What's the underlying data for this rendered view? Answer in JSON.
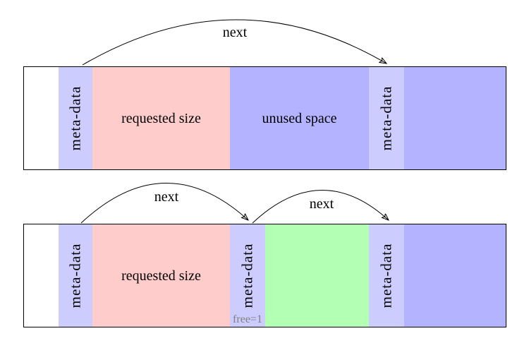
{
  "diagram": {
    "description": "malloc memory block split diagram",
    "arrows": {
      "top": {
        "label": "next"
      },
      "bottom_left": {
        "label": "next"
      },
      "bottom_right": {
        "label": "next"
      }
    },
    "bars": {
      "top": {
        "segments": [
          {
            "name": "empty",
            "label": ""
          },
          {
            "name": "meta-data-1",
            "label": "meta-data"
          },
          {
            "name": "requested-size",
            "label": "requested size"
          },
          {
            "name": "unused-space",
            "label": "unused space"
          },
          {
            "name": "meta-data-2",
            "label": "meta-data"
          },
          {
            "name": "allocated-tail",
            "label": ""
          }
        ]
      },
      "bottom": {
        "segments": [
          {
            "name": "empty",
            "label": ""
          },
          {
            "name": "meta-data-1",
            "label": "meta-data"
          },
          {
            "name": "requested-size",
            "label": "requested size"
          },
          {
            "name": "meta-data-2",
            "label": "meta-data"
          },
          {
            "name": "free-space",
            "label": ""
          },
          {
            "name": "meta-data-3",
            "label": "meta-data"
          },
          {
            "name": "allocated-tail",
            "label": ""
          }
        ],
        "free_flag": "free=1"
      }
    },
    "colors": {
      "meta_data": "#ccccff",
      "requested_size": "#ffcccc",
      "allocated": "#b3b3ff",
      "free_space": "#b3ffb3",
      "empty": "#ffffff",
      "arrow": "#000000",
      "border": "#000000",
      "free_flag_text": "#808080"
    }
  }
}
